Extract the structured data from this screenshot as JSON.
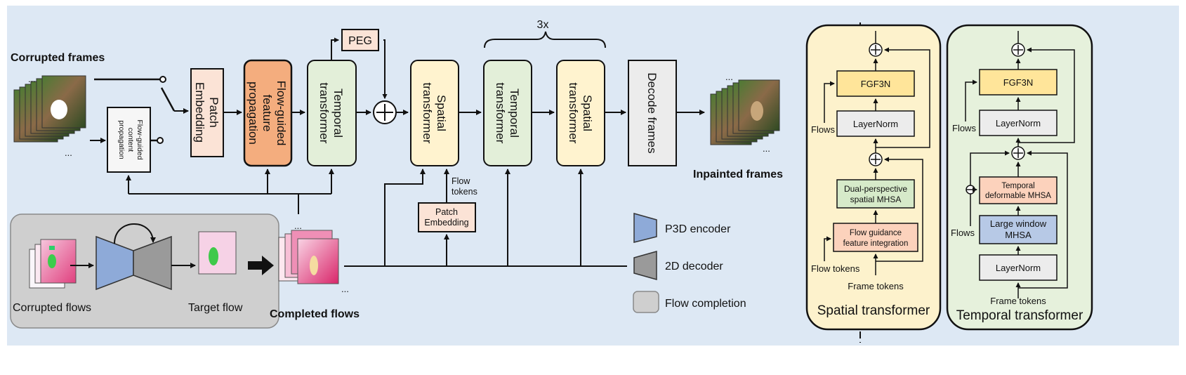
{
  "colors": {
    "background": "#dde8f4",
    "spatial_panel": "#fdf2cc",
    "temporal_panel": "#e6f1dc",
    "flow_completion_box": "#cfcfcf",
    "patch_embedding": "#fbe3d6",
    "flow_guided_feature": "#f4ad7e",
    "temporal_transformer": "#e3efd9",
    "spatial_transformer": "#fff3cf",
    "decode_frames": "#ececec",
    "p3d_encoder": "#8eaad8",
    "decoder_2d": "#9a9a9a",
    "fgf3n": "#ffe59a",
    "layernorm": "#ececec",
    "dual_perspective": "#d6eac9",
    "flow_guidance": "#fcd2bc",
    "large_window": "#b7c9e6"
  },
  "labels": {
    "corrupted_frames": "Corrupted frames",
    "inpainted_frames": "Inpainted frames",
    "completed_flows": "Completed flows",
    "corrupted_flows": "Corrupted flows",
    "target_flow": "Target flow",
    "flow_tokens": "Flow tokens",
    "flow_tokens_line1": "Flow",
    "flow_tokens_line2": "tokens",
    "repeat": "3x",
    "peg": "PEG",
    "flows": "Flows",
    "frame_tokens": "Frame tokens",
    "ellipsis": "..."
  },
  "blocks": {
    "flow_guided_content": [
      "Flow-guided",
      "content",
      "propagation"
    ],
    "patch_embedding": [
      "Patch",
      "Embedding"
    ],
    "flow_guided_feature": [
      "Flow-guided",
      "feature",
      "propagation"
    ],
    "temporal_transformer": [
      "Temporal",
      "transformer"
    ],
    "spatial_transformer": [
      "Spatial",
      "transformer"
    ],
    "decode_frames": "Decode frames",
    "patch_embedding_flow": [
      "Patch",
      "Embedding"
    ]
  },
  "legend": {
    "p3d_encoder": "P3D encoder",
    "decoder_2d": "2D decoder",
    "flow_completion": "Flow completion"
  },
  "spatial_panel": {
    "title": "Spatial transformer",
    "fgf3n": "FGF3N",
    "layernorm": "LayerNorm",
    "dual_perspective": [
      "Dual-perspective",
      "spatial MHSA"
    ],
    "flow_guidance": [
      "Flow guidance",
      "feature integration"
    ]
  },
  "temporal_panel": {
    "title": "Temporal transformer",
    "fgf3n": "FGF3N",
    "layernorm_top": "LayerNorm",
    "temporal_deformable": [
      "Temporal",
      "deformable MHSA"
    ],
    "large_window": [
      "Large window",
      "MHSA"
    ],
    "layernorm_bottom": "LayerNorm"
  }
}
